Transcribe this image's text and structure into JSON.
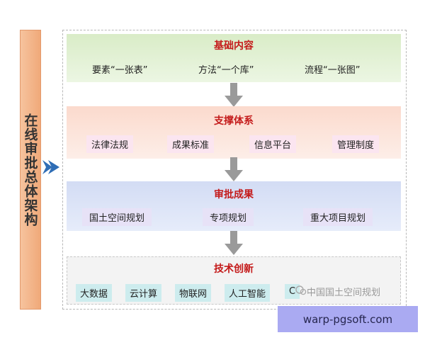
{
  "sidebar": {
    "title": "在线审批总体架构"
  },
  "sections": [
    {
      "title": "基础内容",
      "items": [
        "要素“一张表”",
        "方法“一个库”",
        "流程“一张图”"
      ]
    },
    {
      "title": "支撑体系",
      "items": [
        "法律法规",
        "成果标准",
        "信息平台",
        "管理制度"
      ]
    },
    {
      "title": "审批成果",
      "items": [
        "国土空间规划",
        "专项规划",
        "重大项目规划"
      ]
    },
    {
      "title": "技术创新",
      "items": [
        "大数据",
        "云计算",
        "物联网",
        "人工智能",
        "C"
      ]
    }
  ],
  "watermark": "中国国土空间规划",
  "footer": {
    "text": "warp-pgsoft.com"
  },
  "colors": {
    "title_red": "#c41b1b",
    "sidebar_orange": "#f0a979",
    "arrow_blue": "#2f6db5",
    "arrow_gray": "#9a9a9a"
  }
}
